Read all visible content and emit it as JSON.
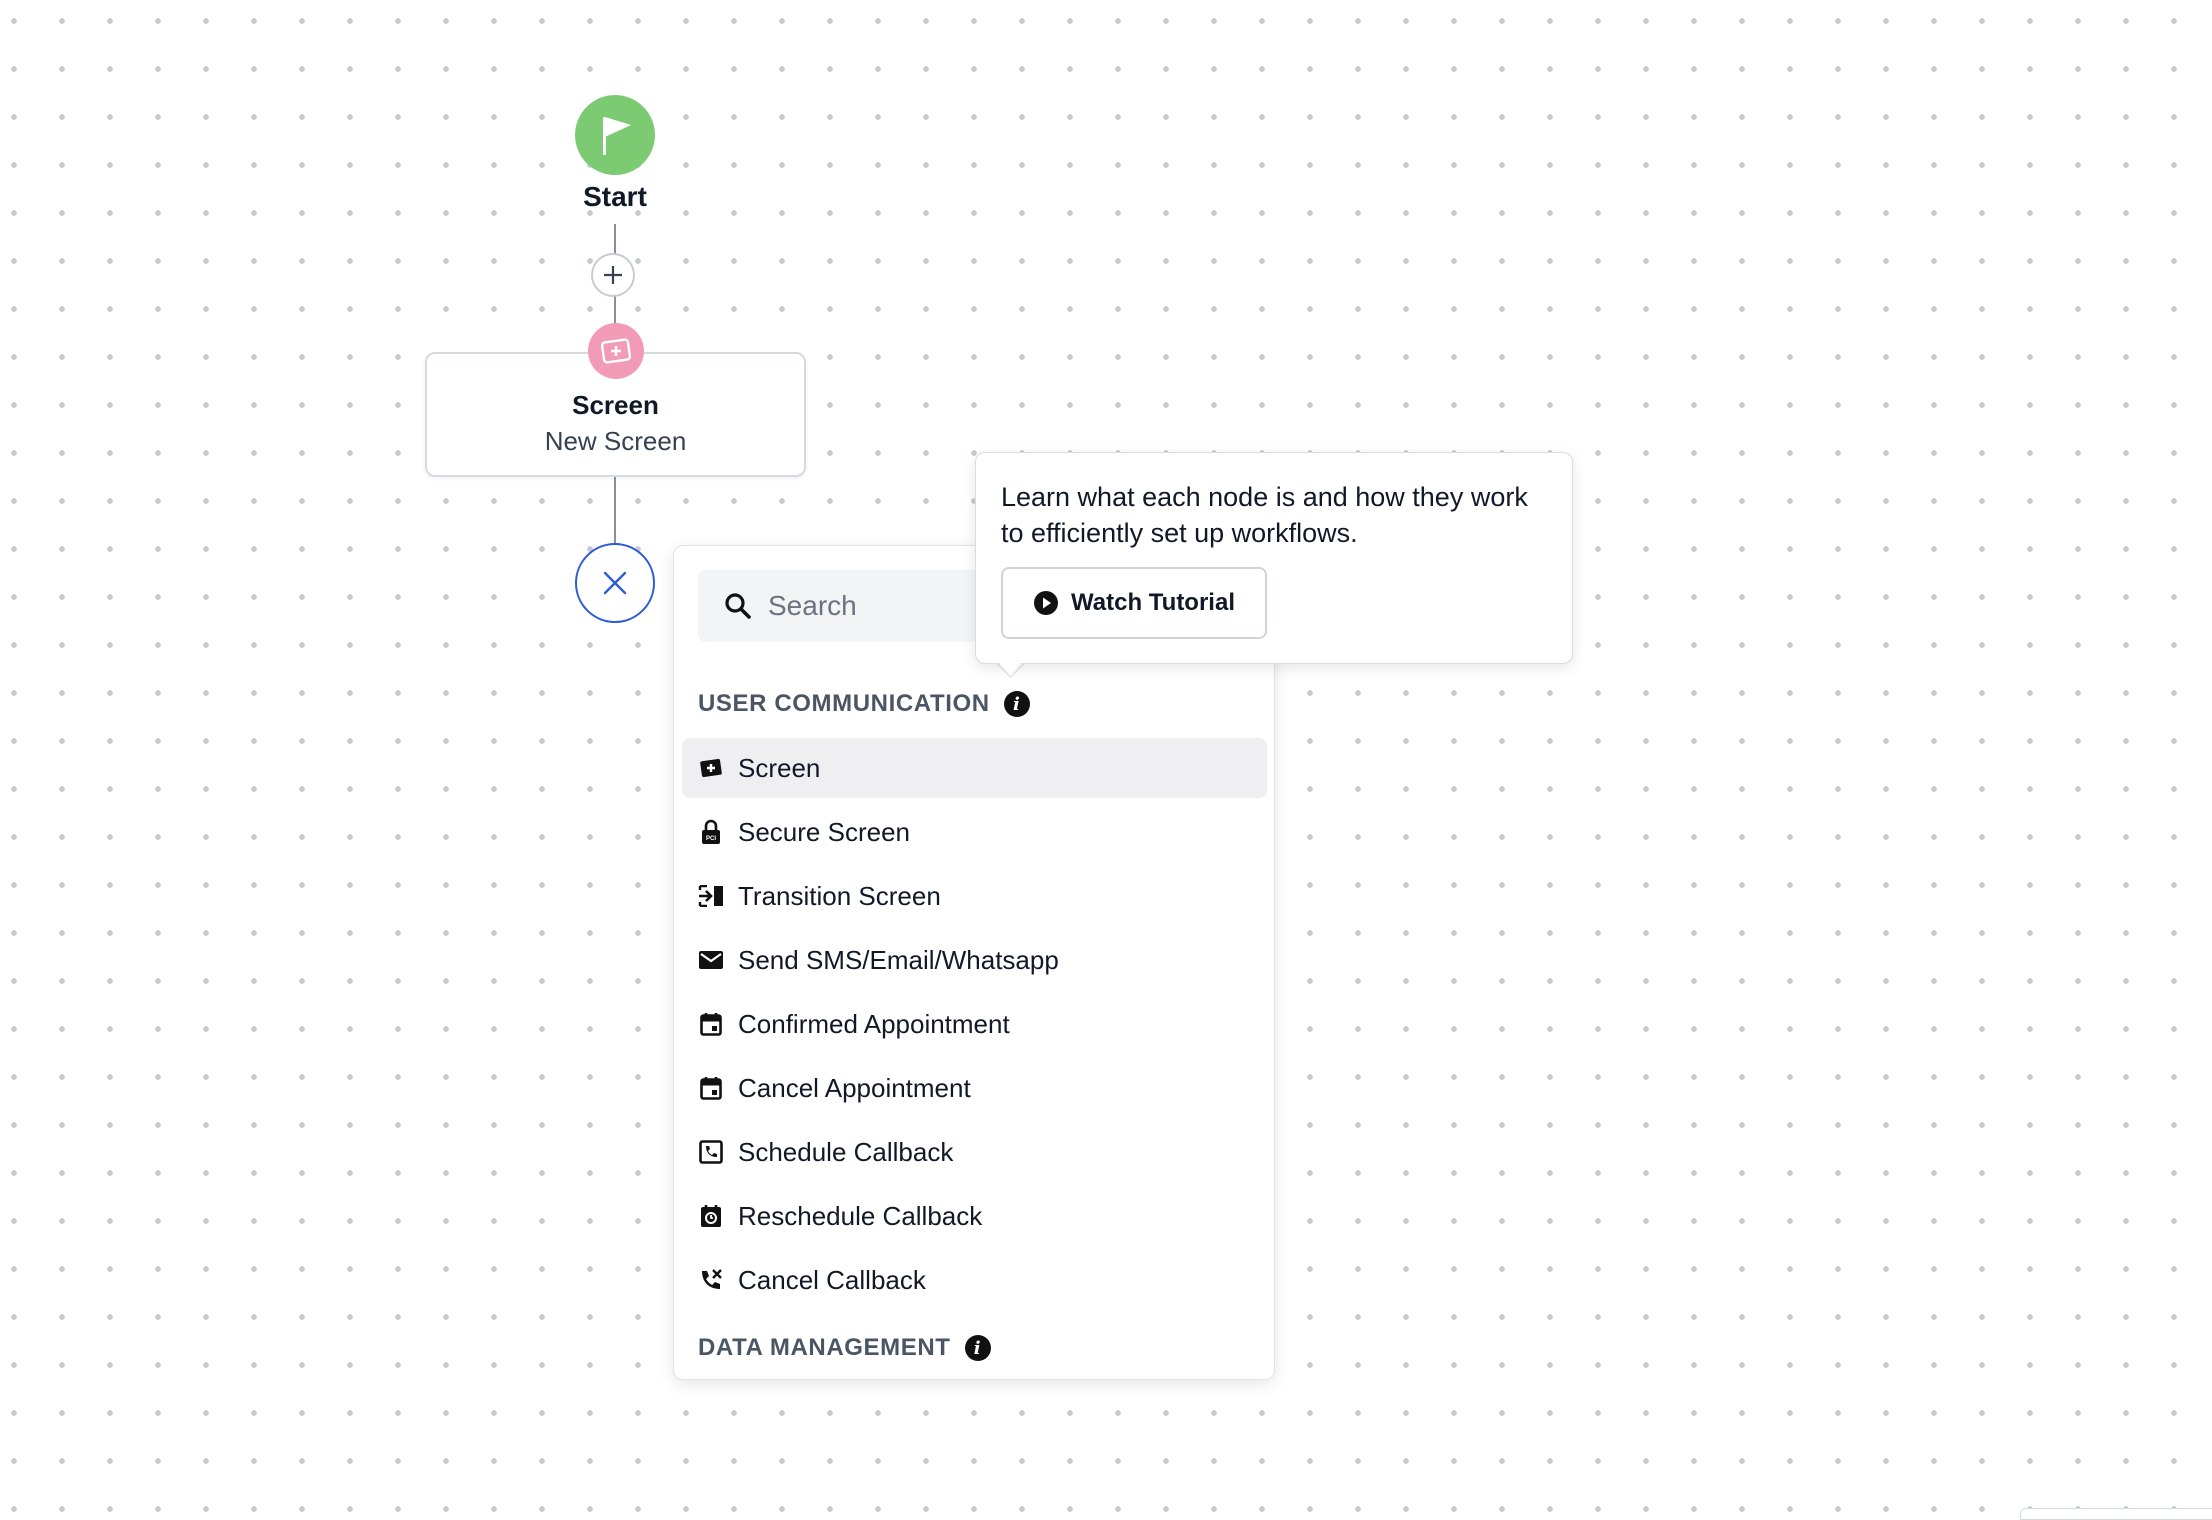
{
  "flow": {
    "start_label": "Start",
    "node": {
      "title": "Screen",
      "subtitle": "New Screen"
    }
  },
  "menu": {
    "search_placeholder": "Search",
    "sections": [
      {
        "title": "USER COMMUNICATION",
        "items": [
          {
            "label": "Screen",
            "icon": "screen-icon",
            "active": true
          },
          {
            "label": "Secure Screen",
            "icon": "lock-icon"
          },
          {
            "label": "Transition Screen",
            "icon": "transition-icon"
          },
          {
            "label": "Send SMS/Email/Whatsapp",
            "icon": "mail-icon"
          },
          {
            "label": "Confirmed Appointment",
            "icon": "calendar-icon"
          },
          {
            "label": "Cancel Appointment",
            "icon": "calendar-icon"
          },
          {
            "label": "Schedule Callback",
            "icon": "phone-schedule-icon"
          },
          {
            "label": "Reschedule Callback",
            "icon": "reschedule-icon"
          },
          {
            "label": "Cancel Callback",
            "icon": "phone-cancel-icon"
          }
        ]
      },
      {
        "title": "DATA MANAGEMENT",
        "items": []
      }
    ]
  },
  "tooltip": {
    "text": "Learn what each node is and how they work to efficiently set up workflows.",
    "button_label": "Watch Tutorial"
  },
  "colors": {
    "start": "#7ccb73",
    "screen_node": "#f29bb6",
    "close_accent": "#2c5bd6",
    "active_item_bg": "#efeff1"
  }
}
